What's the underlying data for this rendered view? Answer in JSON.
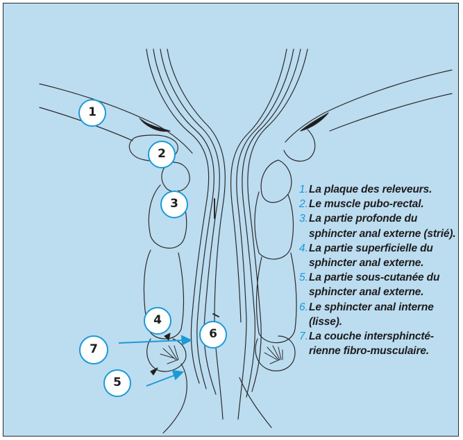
{
  "colors": {
    "background": "#bcdcf0",
    "badge_border": "#1a9ad6",
    "legend_number": "#1a9ad6",
    "arrow": "#1a9ad6",
    "line_art": "#2a2a2a"
  },
  "badges": [
    "1",
    "2",
    "3",
    "4",
    "5",
    "6",
    "7"
  ],
  "legend": [
    {
      "num": "1.",
      "text": "La plaque des releveurs."
    },
    {
      "num": "2.",
      "text": "Le muscle pubo-rectal."
    },
    {
      "num": "3.",
      "text": "La partie profonde du sphincter anal externe (strié)."
    },
    {
      "num": "4.",
      "text": "La partie superficielle du sphincter anal externe."
    },
    {
      "num": "5.",
      "text": "La partie sous-cutanée du sphincter anal externe."
    },
    {
      "num": "6.",
      "text": "Le sphincter anal interne (lisse)."
    },
    {
      "num": "7.",
      "text": "La couche intersphincté-rienne fibro-musculaire."
    }
  ]
}
